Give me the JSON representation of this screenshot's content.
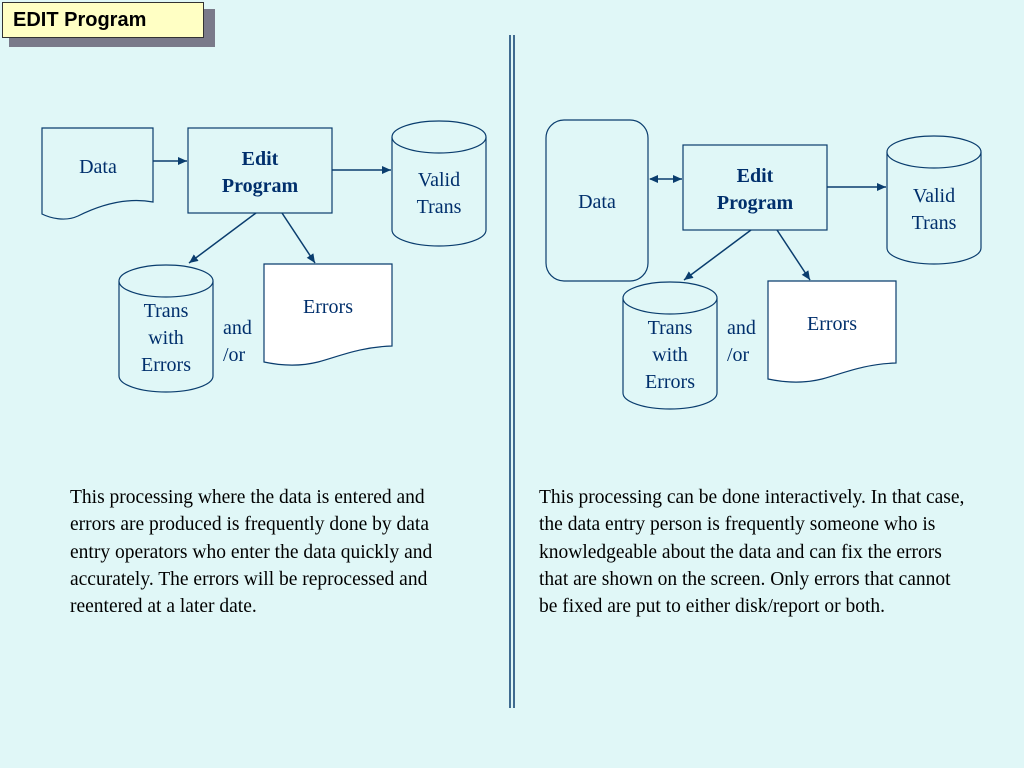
{
  "title": "EDIT Program",
  "left_diagram": {
    "data": "Data",
    "edit_program": [
      "Edit",
      "Program"
    ],
    "valid_trans": [
      "Valid",
      "Trans"
    ],
    "trans_with_errors": [
      "Trans",
      "with",
      "Errors"
    ],
    "and_or": [
      "and",
      "/or"
    ],
    "errors": "Errors"
  },
  "right_diagram": {
    "data": "Data",
    "edit_program": [
      "Edit",
      "Program"
    ],
    "valid_trans": [
      "Valid",
      "Trans"
    ],
    "trans_with_errors": [
      "Trans",
      "with",
      "Errors"
    ],
    "and_or": [
      "and",
      "/or"
    ],
    "errors": "Errors"
  },
  "left_text": "This processing where the data is entered and errors are produced is frequently done by data entry operators who enter the data quickly and accurately.  The errors will be reprocessed and reentered at a later date.",
  "right_text": "This processing can be done interactively. In that case, the data entry person is frequently someone who is knowledgeable about the data and can fix the errors that are shown on the screen.  Only errors that cannot be fixed are put to either disk/report or both."
}
